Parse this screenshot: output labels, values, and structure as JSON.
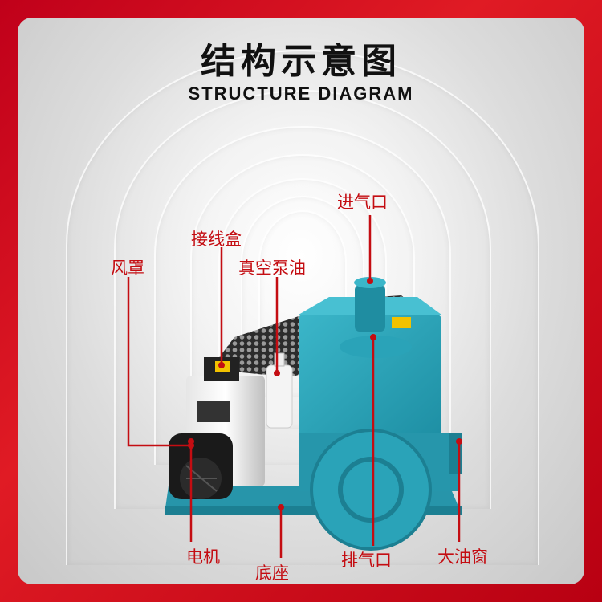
{
  "title_cn": "结构示意图",
  "title_en": "STRUCTURE DIAGRAM",
  "labels": {
    "inlet": "进气口",
    "junction_box": "接线盒",
    "fan_cover": "风罩",
    "pump_oil": "真空泵油",
    "motor": "电机",
    "base": "底座",
    "exhaust": "排气口",
    "oil_window": "大油窗"
  },
  "colors": {
    "accent": "#c40d12",
    "pump_body": "#2aa3b8",
    "background": "#e01b24"
  }
}
